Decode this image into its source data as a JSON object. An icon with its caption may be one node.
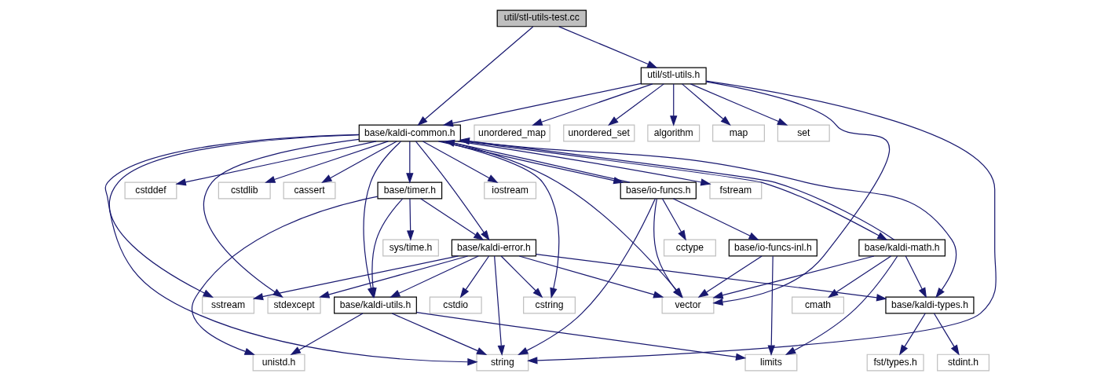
{
  "diagram": {
    "nodes": [
      {
        "text": [
          "util/stl-utils-test.cc"
        ]
      },
      {
        "text": [
          "util/stl-utils.h"
        ]
      },
      {
        "text": [
          "base/kaldi-common.h"
        ]
      },
      {
        "text": [
          "unordered_map"
        ]
      },
      {
        "text": [
          "unordered_set"
        ]
      },
      {
        "text": [
          "algorithm"
        ]
      },
      {
        "text": [
          "map"
        ]
      },
      {
        "text": [
          "set"
        ]
      },
      {
        "text": [
          "base/timer.h"
        ]
      },
      {
        "text": [
          "cstddef"
        ]
      },
      {
        "text": [
          "cstdlib"
        ]
      },
      {
        "text": [
          "cassert"
        ]
      },
      {
        "text": [
          "iostream"
        ]
      },
      {
        "text": [
          "fstream"
        ]
      },
      {
        "text": [
          "base/io-funcs.h"
        ]
      },
      {
        "text": [
          "sys/time.h"
        ]
      },
      {
        "text": [
          "base/kaldi-error.h"
        ]
      },
      {
        "text": [
          "base/io-funcs-inl.h"
        ]
      },
      {
        "text": [
          "cctype"
        ]
      },
      {
        "text": [
          "base/kaldi-math.h"
        ]
      },
      {
        "text": [
          "sstream"
        ]
      },
      {
        "text": [
          "base/kaldi-utils.h"
        ]
      },
      {
        "text": [
          "stdexcept"
        ]
      },
      {
        "text": [
          "cstdio"
        ]
      },
      {
        "text": [
          "cstring"
        ]
      },
      {
        "text": [
          "vector"
        ]
      },
      {
        "text": [
          "cmath"
        ]
      },
      {
        "text": [
          "base/kaldi-types.h"
        ]
      },
      {
        "text": [
          "unistd.h"
        ]
      },
      {
        "text": [
          "limits"
        ]
      },
      {
        "text": [
          "string"
        ]
      },
      {
        "text": [
          "stdint.h"
        ]
      },
      {
        "text": [
          "fst/types.h"
        ]
      }
    ],
    "edges": [
      {
        "from": 0,
        "to": 2,
        "arrow": "to"
      },
      {
        "from": 0,
        "to": 1,
        "arrow": "to"
      },
      {
        "from": 1,
        "to": 2,
        "arrow": "to"
      },
      {
        "from": 1,
        "to": 3,
        "arrow": "to"
      },
      {
        "from": 1,
        "to": 4,
        "arrow": "to"
      },
      {
        "from": 1,
        "to": 5,
        "arrow": "to"
      },
      {
        "from": 1,
        "to": 6,
        "arrow": "to"
      },
      {
        "from": 1,
        "to": 7,
        "arrow": "to"
      },
      {
        "from": 1,
        "to": 25,
        "arrow": "to"
      },
      {
        "from": 1,
        "to": 30,
        "arrow": "to"
      },
      {
        "from": 2,
        "to": 8,
        "arrow": "to"
      },
      {
        "from": 2,
        "to": 9,
        "arrow": "to"
      },
      {
        "from": 2,
        "to": 10,
        "arrow": "to"
      },
      {
        "from": 2,
        "to": 11,
        "arrow": "to"
      },
      {
        "from": 2,
        "to": 12,
        "arrow": "to"
      },
      {
        "from": 2,
        "to": 13,
        "arrow": "to"
      },
      {
        "from": 2,
        "to": 14,
        "arrow": "to"
      },
      {
        "from": 2,
        "to": 16,
        "arrow": "to"
      },
      {
        "from": 2,
        "to": 19,
        "arrow": "to"
      },
      {
        "from": 2,
        "to": 20,
        "arrow": "to"
      },
      {
        "from": 2,
        "to": 21,
        "arrow": "to"
      },
      {
        "from": 2,
        "to": 22,
        "arrow": "to"
      },
      {
        "from": 2,
        "to": 24,
        "arrow": "to"
      },
      {
        "from": 2,
        "to": 25,
        "arrow": "to"
      },
      {
        "from": 2,
        "to": 27,
        "arrow": "to"
      },
      {
        "from": 2,
        "to": 30,
        "arrow": "to"
      },
      {
        "from": 8,
        "to": 15,
        "arrow": "to"
      },
      {
        "from": 8,
        "to": 16,
        "arrow": "to"
      },
      {
        "from": 8,
        "to": 21,
        "arrow": "to"
      },
      {
        "from": 8,
        "to": 28,
        "arrow": "to"
      },
      {
        "from": 14,
        "to": 2,
        "arrow": "to"
      },
      {
        "from": 14,
        "to": 17,
        "arrow": "to"
      },
      {
        "from": 14,
        "to": 18,
        "arrow": "to"
      },
      {
        "from": 14,
        "to": 25,
        "arrow": "to"
      },
      {
        "from": 14,
        "to": 30,
        "arrow": "to"
      },
      {
        "from": 16,
        "to": 20,
        "arrow": "to"
      },
      {
        "from": 16,
        "to": 21,
        "arrow": "to"
      },
      {
        "from": 16,
        "to": 22,
        "arrow": "to"
      },
      {
        "from": 16,
        "to": 23,
        "arrow": "to"
      },
      {
        "from": 16,
        "to": 24,
        "arrow": "to"
      },
      {
        "from": 16,
        "to": 25,
        "arrow": "to"
      },
      {
        "from": 16,
        "to": 27,
        "arrow": "to"
      },
      {
        "from": 16,
        "to": 30,
        "arrow": "to"
      },
      {
        "from": 17,
        "to": 25,
        "arrow": "to"
      },
      {
        "from": 17,
        "to": 29,
        "arrow": "to"
      },
      {
        "from": 19,
        "to": 2,
        "arrow": "to"
      },
      {
        "from": 19,
        "to": 25,
        "arrow": "to"
      },
      {
        "from": 19,
        "to": 26,
        "arrow": "to"
      },
      {
        "from": 19,
        "to": 27,
        "arrow": "to"
      },
      {
        "from": 19,
        "to": 29,
        "arrow": "to"
      },
      {
        "from": 21,
        "to": 28,
        "arrow": "to"
      },
      {
        "from": 21,
        "to": 29,
        "arrow": "to"
      },
      {
        "from": 21,
        "to": 30,
        "arrow": "to"
      },
      {
        "from": 27,
        "to": 31,
        "arrow": "to"
      },
      {
        "from": 27,
        "to": 32,
        "arrow": "to"
      }
    ]
  }
}
